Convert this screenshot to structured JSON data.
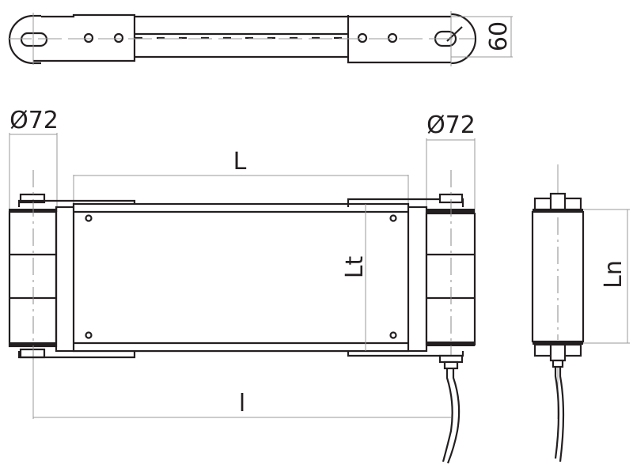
{
  "drawing": {
    "type": "technical-drawing",
    "subject": "roller-belt-assembly",
    "colors": {
      "line": "#231f20",
      "dimension": "#9a9a9a",
      "background": "#ffffff"
    },
    "views": {
      "top_view": {
        "dimension_height": "60"
      },
      "front_view": {
        "dimension_left_diameter": "Ø72",
        "dimension_right_diameter": "Ø72",
        "dimension_overall_length": "L",
        "dimension_plate_height": "Lt",
        "dimension_axis_distance": "l"
      },
      "side_view": {
        "dimension_roller_length": "Ln"
      }
    }
  }
}
